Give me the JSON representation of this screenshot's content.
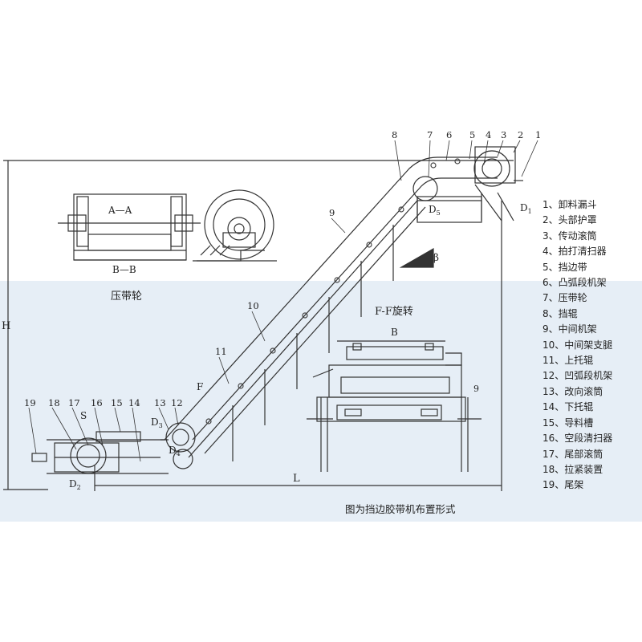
{
  "left_view": {
    "section_aa": "A—A",
    "section_bb": "B—B",
    "title": "压带轮"
  },
  "ff_view": {
    "title": "F-F旋转",
    "dim_b": "B",
    "callout": "9"
  },
  "dims": {
    "H": "H",
    "L": "L",
    "S": "S",
    "F1": "F",
    "beta": "β",
    "D1": "D",
    "D1_sub": "1",
    "D2": "D",
    "D2_sub": "2",
    "D3": "D",
    "D3_sub": "3",
    "D4": "D",
    "D4_sub": "4",
    "D5": "D",
    "D5_sub": "5"
  },
  "callouts": [
    "1",
    "2",
    "3",
    "4",
    "5",
    "6",
    "7",
    "8",
    "9",
    "10",
    "11",
    "12",
    "13",
    "14",
    "15",
    "16",
    "17",
    "18",
    "19"
  ],
  "legend": [
    "1、卸料漏斗",
    "2、头部护罩",
    "3、传动滚筒",
    "4、拍打清扫器",
    "5、挡边带",
    "6、凸弧段机架",
    "7、压带轮",
    "8、挡辊",
    "9、中间机架",
    "10、中间架支腿",
    "11、上托辊",
    "12、凹弧段机架",
    "13、改向滚筒",
    "14、下托辊",
    "15、导料槽",
    "16、空段清扫器",
    "17、尾部滚筒",
    "18、拉紧装置",
    "19、尾架"
  ],
  "caption": "图为挡边胶带机布置形式"
}
